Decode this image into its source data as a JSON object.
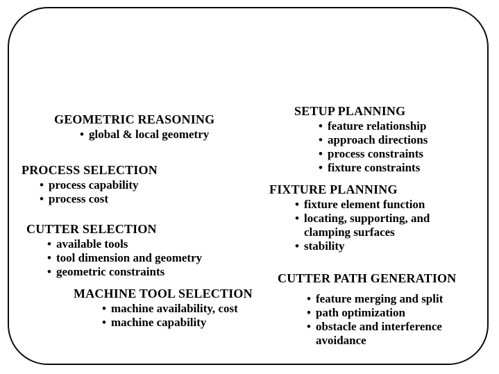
{
  "figure": {
    "background_color": "#ffffff",
    "border_color": "#0a0a0a",
    "text_color": "#000000"
  },
  "glyphs": {
    "bullet": "•"
  },
  "columns": {
    "left": {
      "blocks": [
        {
          "heading": "GEOMETRIC REASONING",
          "items": [
            "global & local geometry"
          ]
        },
        {
          "heading": "PROCESS SELECTION",
          "items": [
            "process capability",
            "process cost"
          ]
        },
        {
          "heading": "CUTTER SELECTION",
          "items": [
            "available tools",
            "tool dimension and geometry",
            "geometric constraints"
          ]
        },
        {
          "heading": "MACHINE TOOL SELECTION",
          "items": [
            "machine availability, cost",
            "machine capability"
          ]
        }
      ]
    },
    "right": {
      "blocks": [
        {
          "heading": "SETUP PLANNING",
          "items": [
            "feature relationship",
            "approach directions",
            "process constraints",
            "fixture constraints"
          ]
        },
        {
          "heading": "FIXTURE PLANNING",
          "items": [
            "fixture element function",
            "locating, supporting, and clamping surfaces",
            "stability"
          ]
        },
        {
          "heading": "CUTTER PATH GENERATION",
          "items": [
            "feature merging and split",
            "path optimization",
            "obstacle and interference avoidance"
          ]
        }
      ]
    }
  }
}
